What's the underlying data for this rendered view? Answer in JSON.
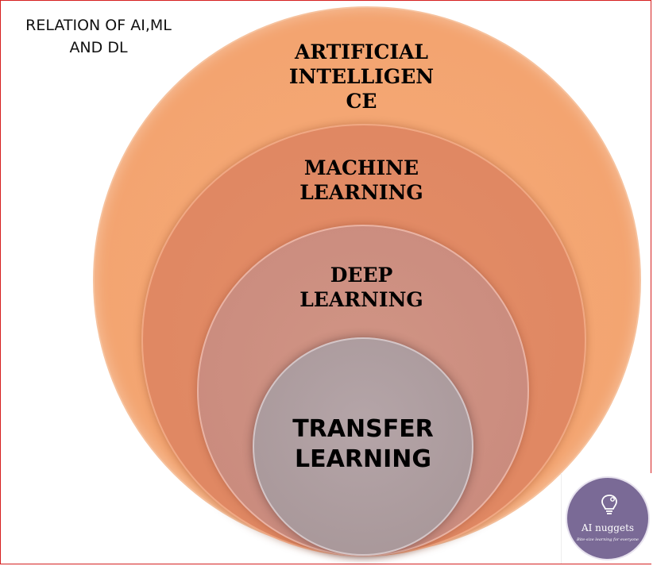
{
  "title": {
    "line1": "RELATION OF AI,ML",
    "line2": "AND DL"
  },
  "circles": {
    "ai": {
      "lines": [
        "ARTIFICIAL",
        "INTELLIGEN",
        "CE"
      ],
      "color": "#f3a470"
    },
    "ml": {
      "lines": [
        "MACHINE",
        "LEARNING"
      ],
      "color": "#df8762"
    },
    "dl": {
      "lines": [
        "DEEP",
        "LEARNING"
      ],
      "color": "#c98a7d"
    },
    "tl": {
      "lines": [
        "TRANSFER",
        "LEARNING"
      ],
      "color": "#a89799"
    }
  },
  "logo": {
    "name": "AI nuggets",
    "tagline": "Bite-size learning for everyone",
    "icon": "brain-lightbulb-icon",
    "color": "#7a6a96"
  }
}
